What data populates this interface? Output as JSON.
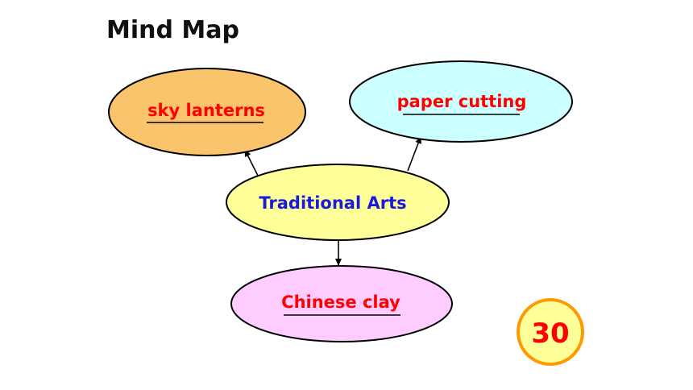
{
  "title": "Mind Map",
  "nodes": {
    "center": {
      "label": "Traditional Arts",
      "fill": "#ffff99",
      "text_color": "#1a1adb"
    },
    "left": {
      "label": "sky lanterns",
      "fill": "#f9c46b",
      "text_color": "#ff0000"
    },
    "right": {
      "label": "paper cutting",
      "fill": "#ccffff",
      "text_color": "#ff0000"
    },
    "bottom": {
      "label": "Chinese clay",
      "fill": "#ffccff",
      "text_color": "#ff0000"
    }
  },
  "badge": {
    "label": "30",
    "fill": "#ffff99",
    "border": "#ff9900",
    "text_color": "#ff0000"
  }
}
